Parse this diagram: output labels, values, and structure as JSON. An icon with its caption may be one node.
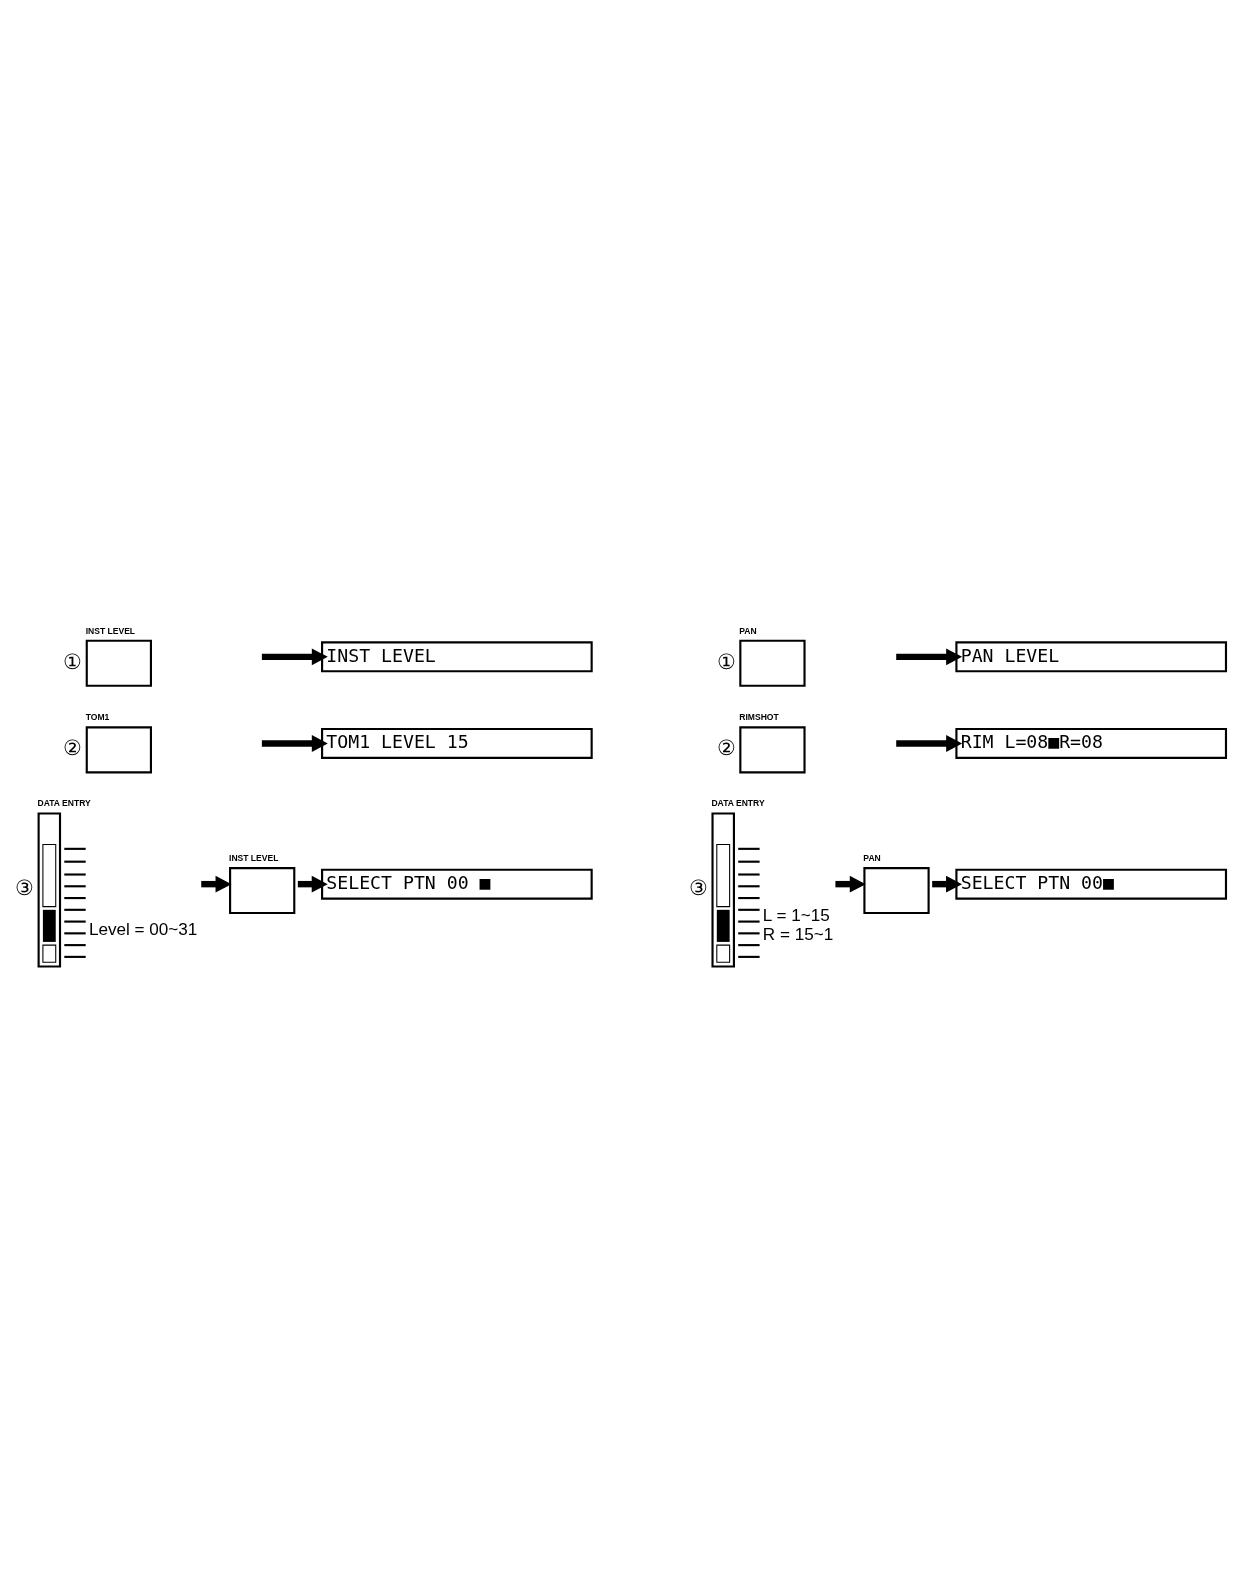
{
  "diagram": {
    "nodes": [
      {
        "text": [
          "INST LEVEL"
        ],
        "beside": [
          "①"
        ]
      },
      {
        "text": [
          "INST LEVEL"
        ]
      },
      {
        "text": [
          "TOM1"
        ],
        "beside": [
          "②"
        ]
      },
      {
        "text": [
          "TOM1 LEVEL 15"
        ]
      },
      {
        "text": [
          "DATA ENTRY"
        ],
        "beside": [
          "③",
          "Level = 00~31"
        ]
      },
      {
        "text": [
          "INST LEVEL"
        ]
      },
      {
        "text": [
          "SELECT PTN 00 ■"
        ]
      },
      {
        "text": [
          "PAN"
        ],
        "beside": [
          "①"
        ]
      },
      {
        "text": [
          "PAN LEVEL"
        ]
      },
      {
        "text": [
          "RIMSHOT"
        ],
        "beside": [
          "②"
        ]
      },
      {
        "text": [
          "RIM L=08■R=08"
        ]
      },
      {
        "text": [
          "DATA ENTRY"
        ],
        "beside": [
          "③",
          "L = 1~15",
          "R = 15~1"
        ]
      },
      {
        "text": [
          "PAN"
        ]
      },
      {
        "text": [
          "SELECT PTN 00■"
        ]
      }
    ],
    "edges": [
      {
        "from": null,
        "to": 1,
        "arrow": "to"
      },
      {
        "from": null,
        "to": 3,
        "arrow": "to"
      },
      {
        "from": 4,
        "to": 5,
        "arrow": "to"
      },
      {
        "from": 5,
        "to": 6,
        "arrow": "to"
      },
      {
        "from": null,
        "to": 8,
        "arrow": "to"
      },
      {
        "from": null,
        "to": 10,
        "arrow": "to"
      },
      {
        "from": 11,
        "to": 12,
        "arrow": "to"
      },
      {
        "from": 12,
        "to": 13,
        "arrow": "to"
      }
    ]
  }
}
